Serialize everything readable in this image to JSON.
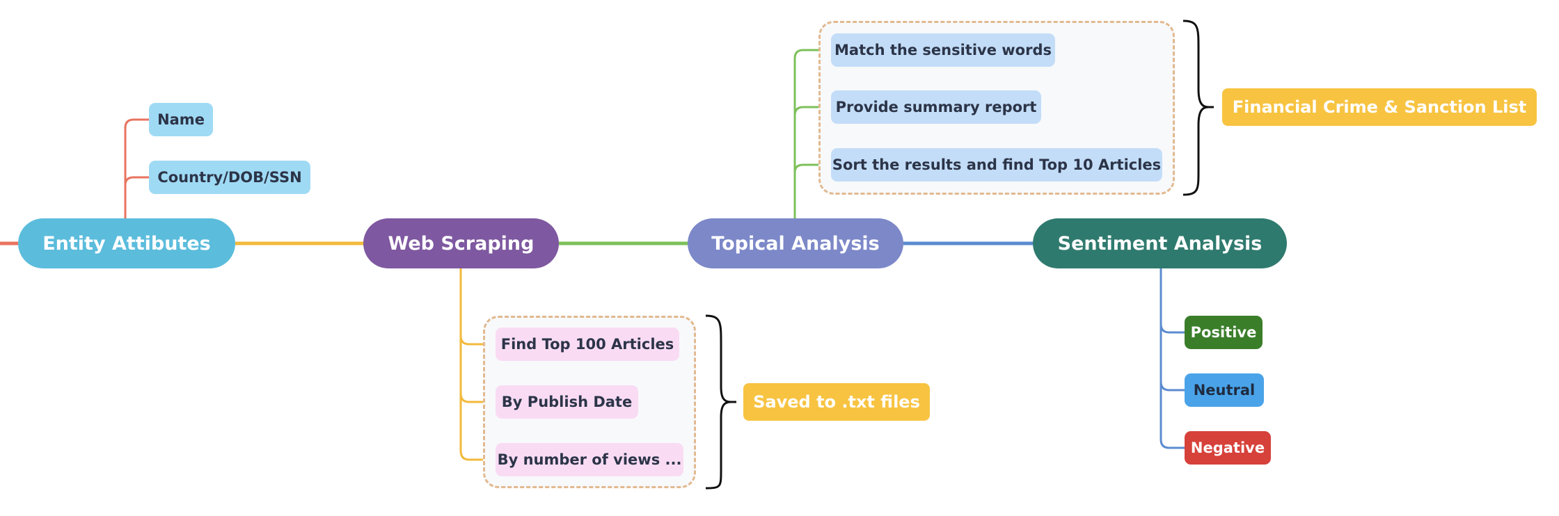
{
  "main_nodes": {
    "entity": "Entity Attibutes",
    "web": "Web Scraping",
    "topical": "Topical Analysis",
    "sentiment": "Sentiment Analysis"
  },
  "entity_children": [
    "Name",
    "Country/DOB/SSN"
  ],
  "web_children": [
    "Find Top 100 Articles",
    "By Publish Date",
    "By number of views ..."
  ],
  "topical_children": [
    "Match the sensitive words",
    "Provide summary report",
    "Sort the results and find Top 10 Articles"
  ],
  "sentiment_children": [
    "Positive",
    "Neutral",
    "Negative"
  ],
  "summaries": {
    "web": "Saved to .txt files",
    "topical": "Financial Crime & Sanction List"
  },
  "colors": {
    "entity": "#5bbcdc",
    "web": "#7e58a0",
    "topical": "#7c88c8",
    "sentiment": "#2f7a6e",
    "entity_branch": "#e8735f",
    "web_branch": "#f2b93b",
    "topical_branch": "#7cc05a",
    "sentiment_branch": "#5b8bd0",
    "entity_child_bg": "#9fdaf4",
    "web_child_bg": "#f9dcf4",
    "topical_child_bg": "#c3ddf8",
    "summary_bg": "#f7c341",
    "positive": "#3a7e2a",
    "neutral": "#4aa3e8",
    "negative": "#d6413a"
  }
}
